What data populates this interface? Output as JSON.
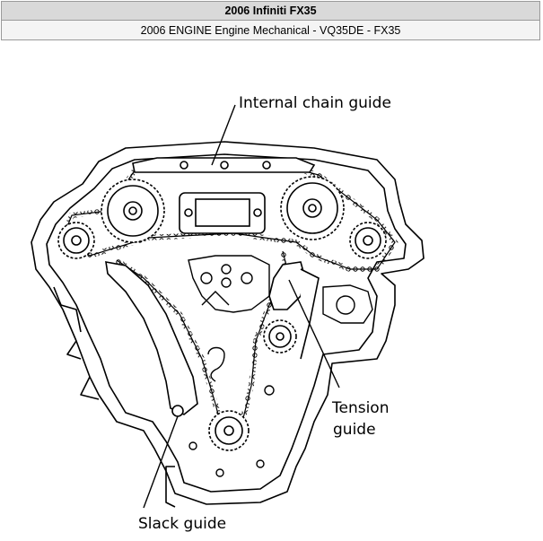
{
  "header": {
    "title": "2006 Infiniti FX35",
    "subtitle": "2006 ENGINE Engine Mechanical - VQ35DE - FX35"
  },
  "diagram": {
    "labels": {
      "internal_chain_guide": "Internal chain guide",
      "tension_guide_line1": "Tension",
      "tension_guide_line2": "guide",
      "slack_guide": "Slack guide"
    }
  }
}
